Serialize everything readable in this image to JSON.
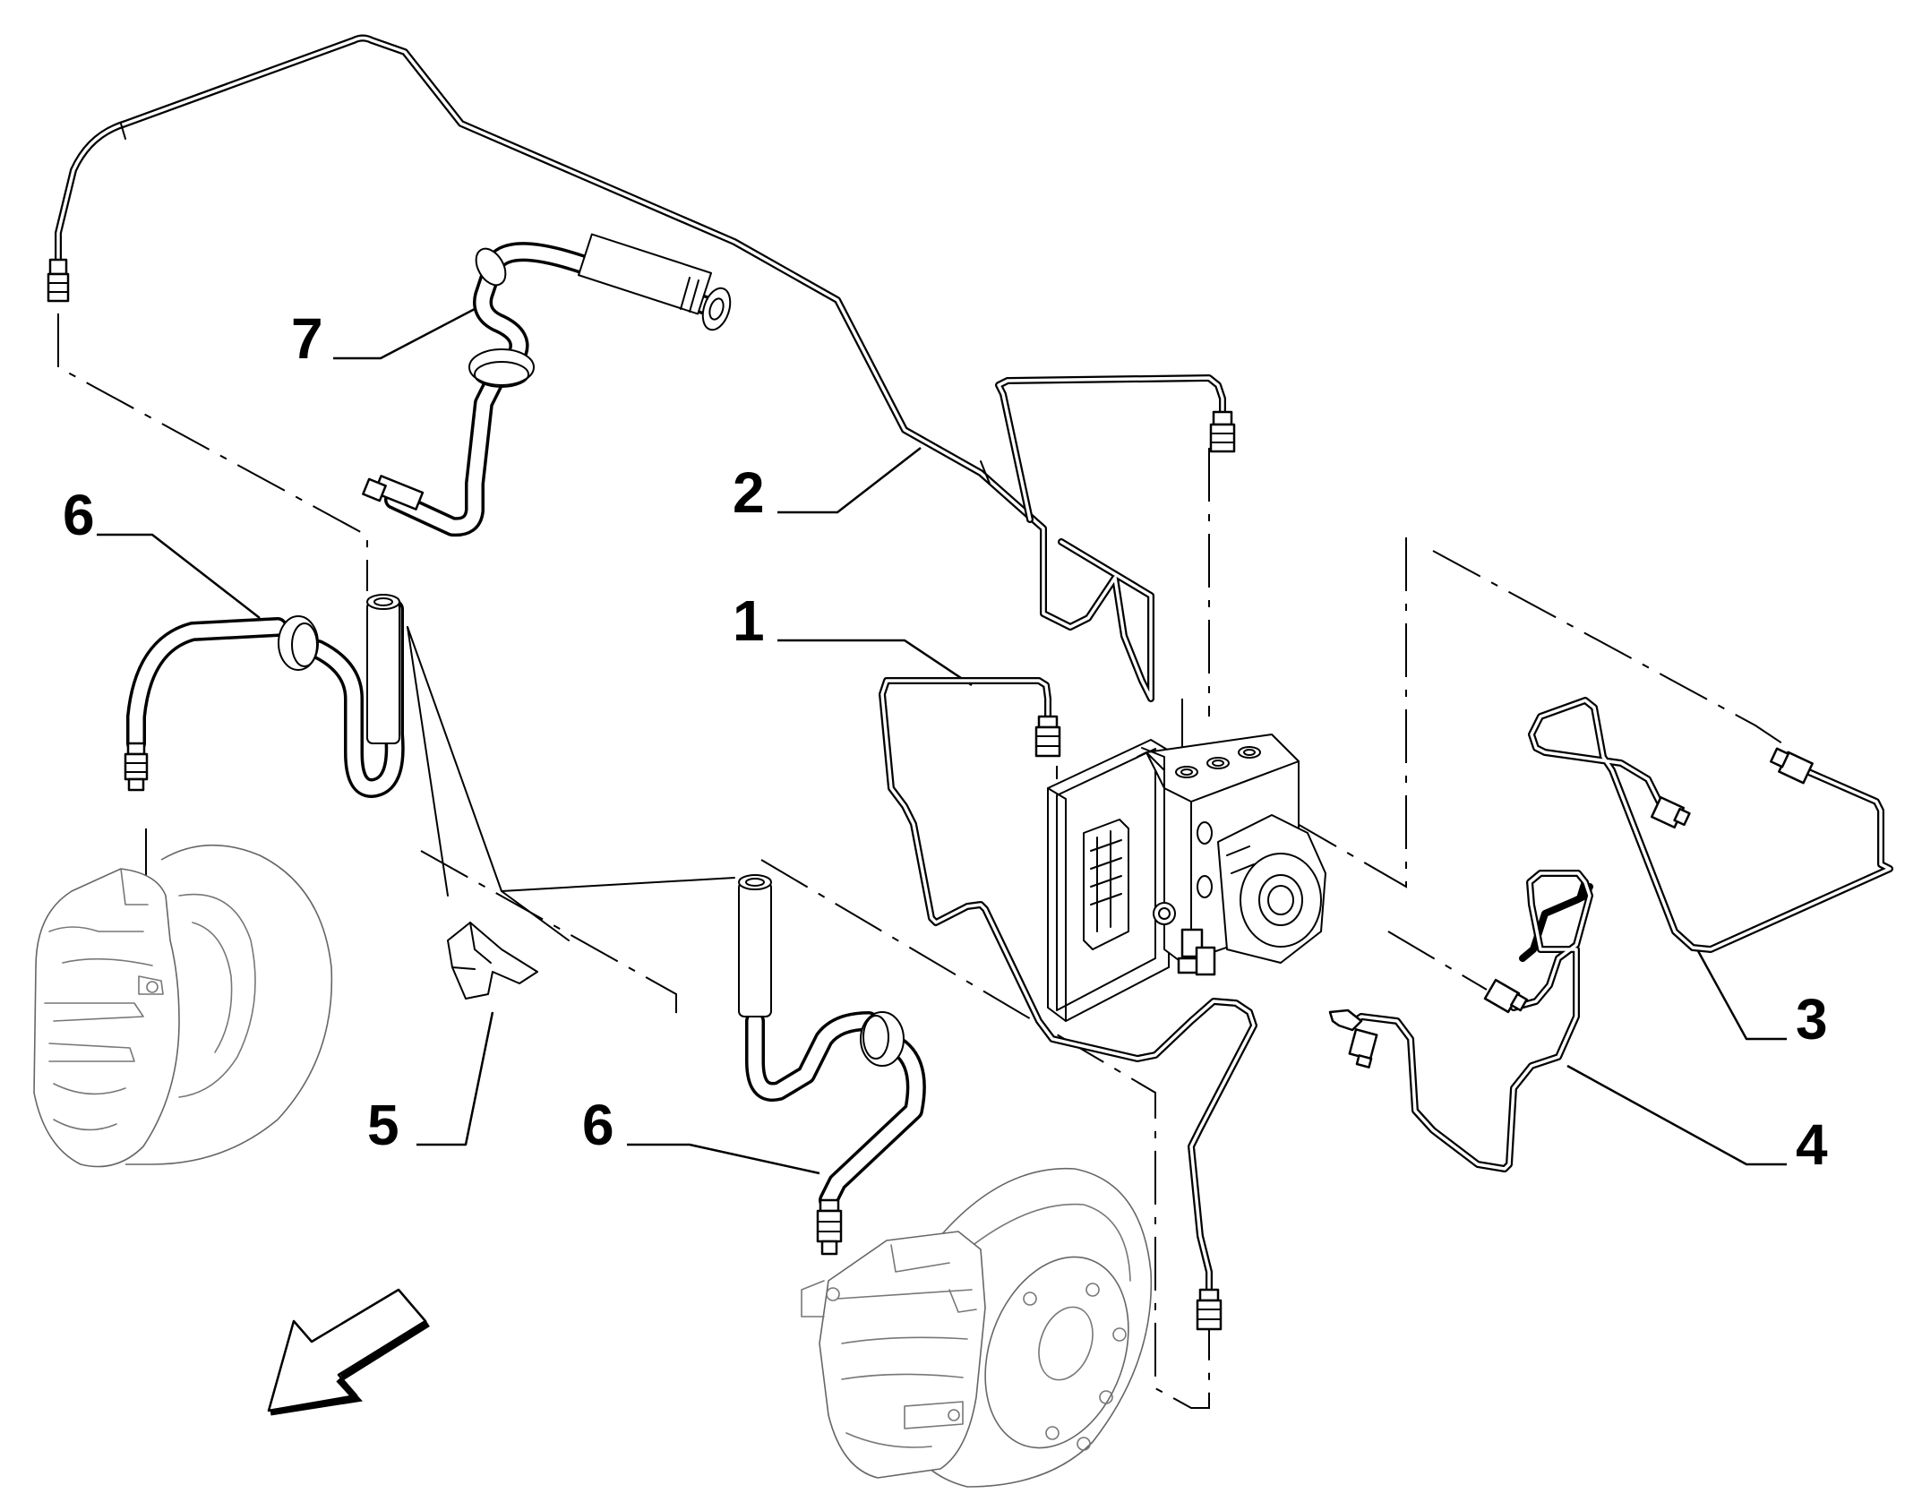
{
  "callouts": {
    "c1": "1",
    "c2": "2",
    "c3": "3",
    "c4": "4",
    "c5": "5",
    "c6a": "6",
    "c6b": "6",
    "c7": "7"
  },
  "icons": {
    "direction_arrow": "arrow-down-left-icon"
  },
  "colors": {
    "line": "#000000",
    "background": "#ffffff",
    "detail": "#777777"
  }
}
